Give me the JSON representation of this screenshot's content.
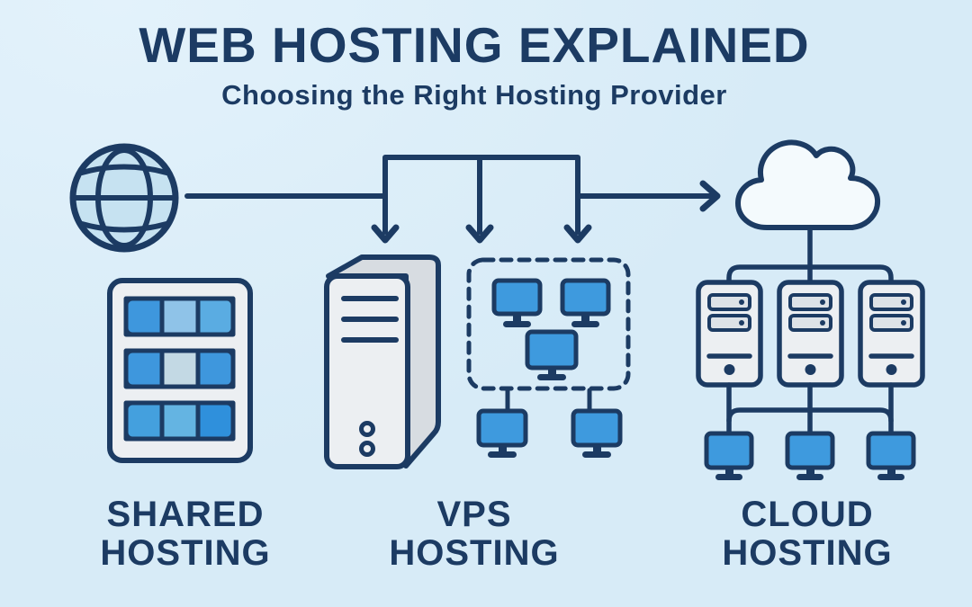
{
  "header": {
    "title": "WEB HOSTING EXPLAINED",
    "subtitle": "Choosing the Right Hosting Provider"
  },
  "sections": {
    "shared": {
      "line1": "SHARED",
      "line2": "HOSTING"
    },
    "vps": {
      "line1": "VPS",
      "line2": "HOSTING"
    },
    "cloud": {
      "line1": "CLOUD",
      "line2": "HOSTING"
    }
  },
  "icons": {
    "source": "globe-icon",
    "shared": "server-rack-icon",
    "vps": "tower-server-icon",
    "vps_clients": "monitor-icon",
    "cloud": "cloud-icon",
    "cloud_nodes": "tower-server-icon",
    "cloud_clients": "monitor-icon"
  },
  "colors": {
    "background": "#d7ebf7",
    "background_light": "#e3f2fb",
    "navy": "#1c3b63",
    "panel_fill": "#eceff2",
    "panel_side": "#d7dce1",
    "bay_fill": "#dde2e7",
    "monitor_blue": "#3e9ade",
    "globe_fill": "#c6e2f1",
    "cloud_fill": "#f4fafd",
    "rack_cells": [
      [
        "#3e97dd",
        "#8fc3e8",
        "#5aace2"
      ],
      [
        "#3e97dd",
        "#c3d9e4",
        "#3e97dd"
      ],
      [
        "#44a0de",
        "#64b4e2",
        "#2f90dc"
      ]
    ]
  }
}
